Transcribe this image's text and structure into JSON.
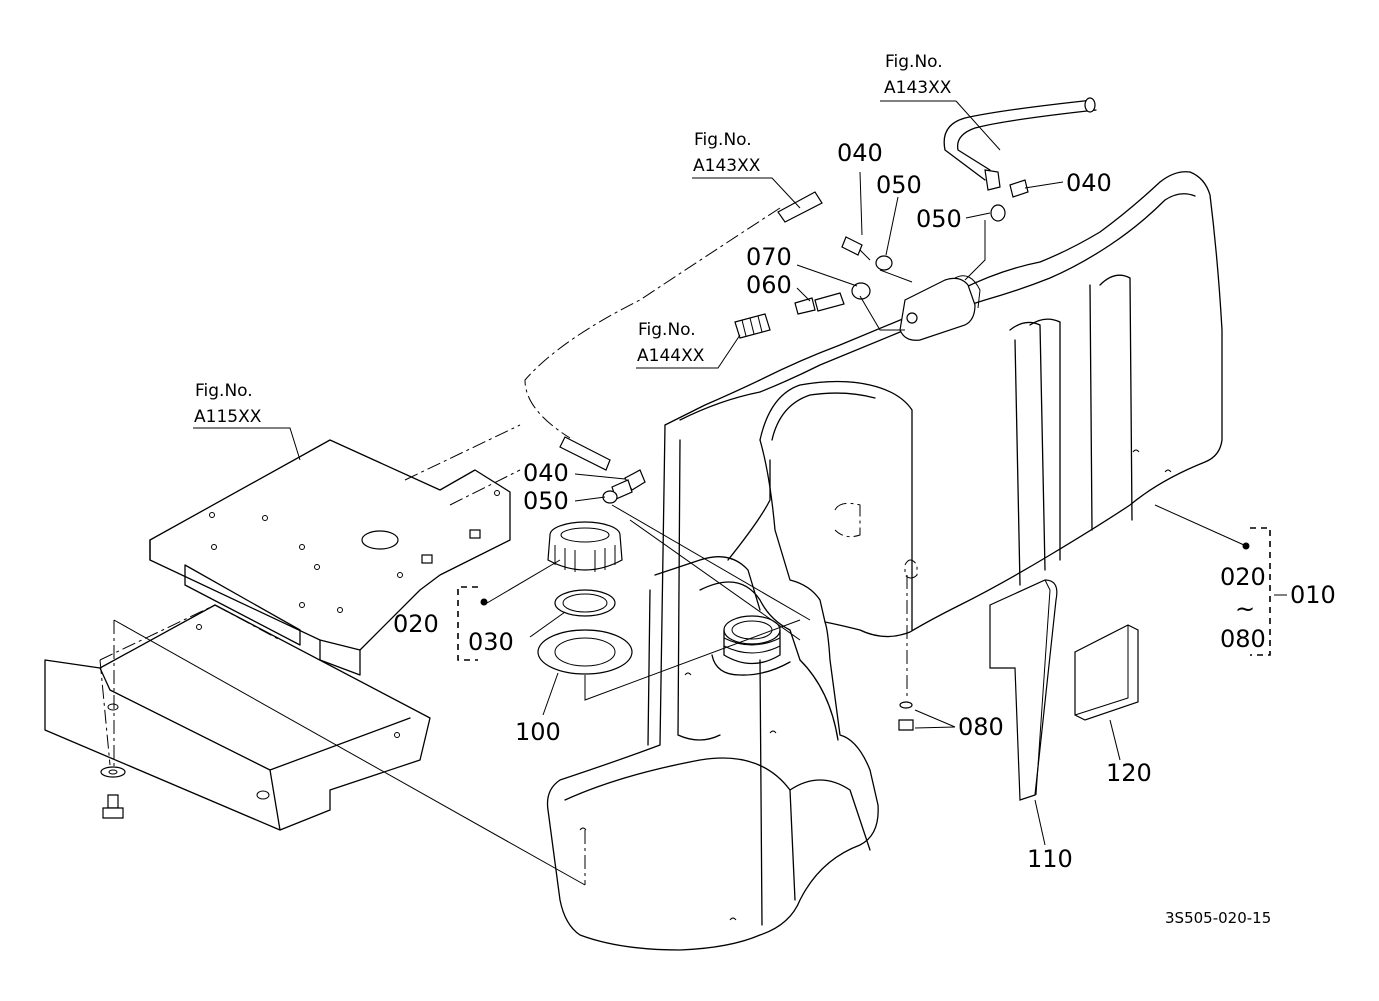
{
  "figure_refs": [
    {
      "line1": "Fig.No.",
      "line2": "A143XX"
    },
    {
      "line1": "Fig.No.",
      "line2": "A143XX"
    },
    {
      "line1": "Fig.No.",
      "line2": "A144XX"
    },
    {
      "line1": "Fig.No.",
      "line2": "A115XX"
    }
  ],
  "callouts": {
    "c040_a": "040",
    "c050_a": "050",
    "c040_b": "040",
    "c050_b": "050",
    "c070": "070",
    "c060": "060",
    "c040_c": "040",
    "c050_c": "050",
    "c020": "020",
    "c030": "030",
    "c100": "100",
    "c080": "080",
    "c110": "110",
    "c120": "120",
    "g020": "020",
    "gtilde": "~",
    "g080": "080",
    "g010": "010"
  },
  "drawing_code": "3S505-020-15"
}
